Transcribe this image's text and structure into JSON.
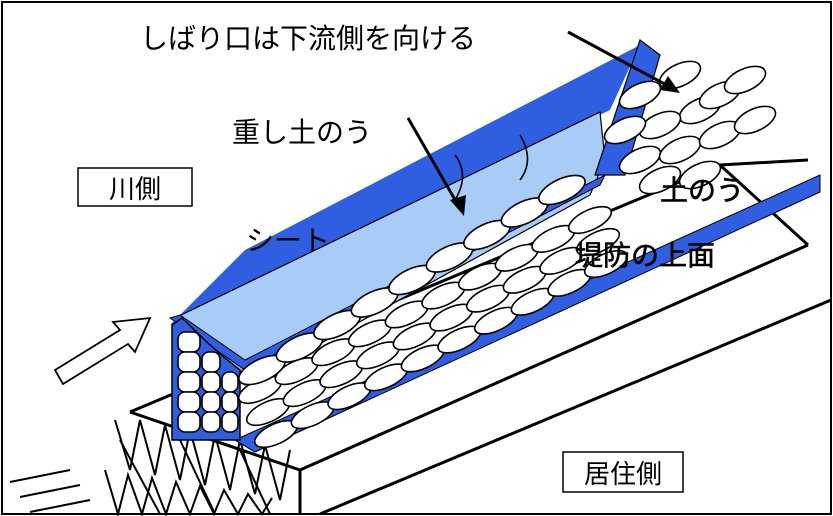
{
  "labels": {
    "tie_direction": "しばり口は下流側を向ける",
    "weight_bags": "重し土のう",
    "river_side": "川側",
    "sheet": "シート",
    "sandbags": "土のう",
    "levee_top": "堤防の上面",
    "residential_side": "居住側"
  },
  "colors": {
    "sheet_blue": "#2f5fe0",
    "sheet_light": "#a8ccf5",
    "outline": "#000000"
  },
  "icons": {
    "flow_arrow": "hollow-arrow-icon"
  }
}
